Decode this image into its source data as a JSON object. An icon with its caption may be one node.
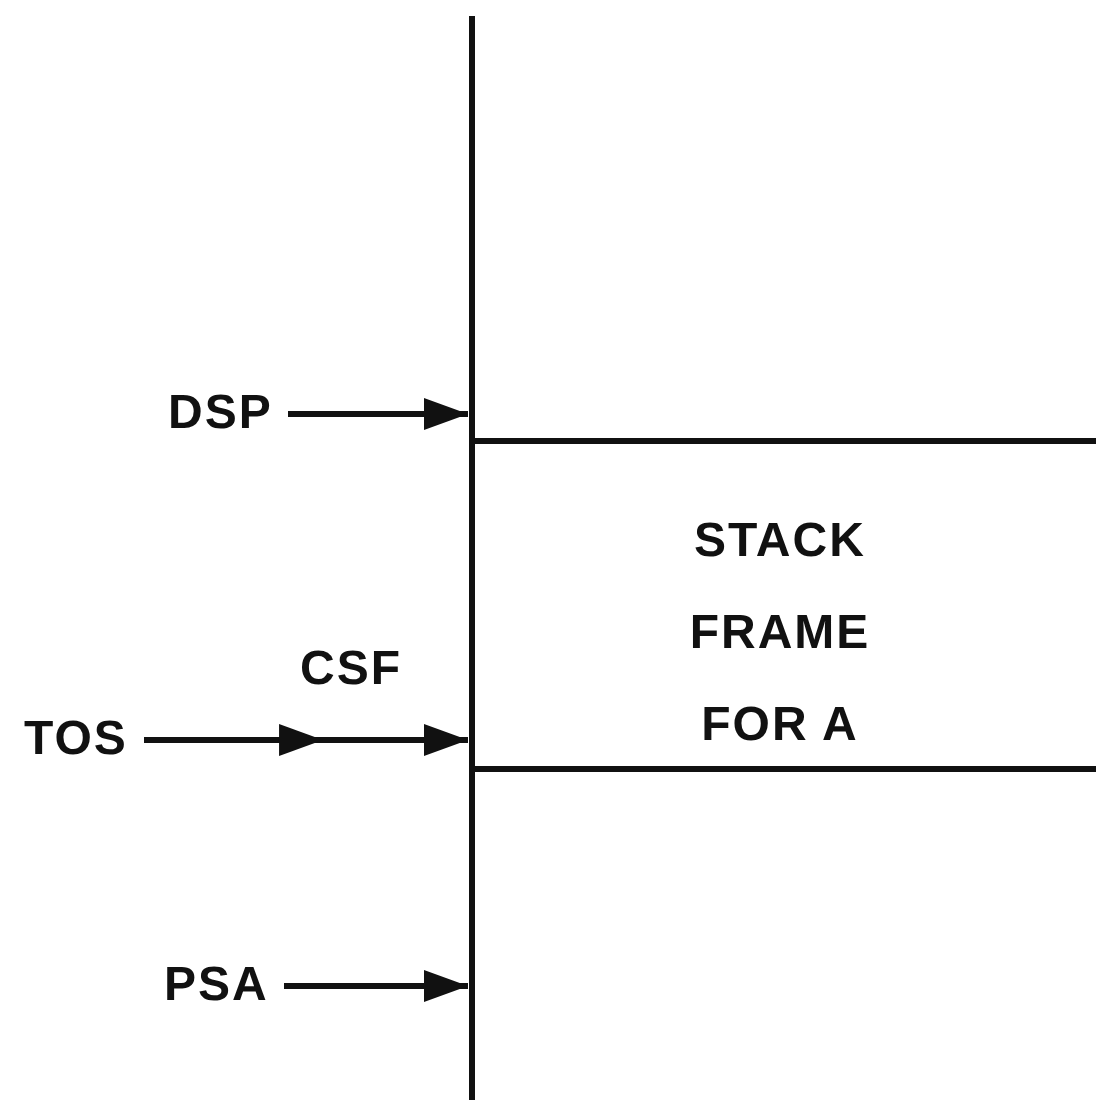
{
  "diagram": {
    "nodes": [
      {
        "text": [
          "DSP"
        ]
      },
      {
        "text": [
          "STACK FRAME FOR A"
        ]
      },
      {
        "text": [
          "TOS"
        ]
      },
      {
        "text": [
          "PSA"
        ]
      }
    ],
    "edges": [
      {
        "from": 0,
        "to": 1,
        "arrow": "to"
      },
      {
        "from": 2,
        "to": 1,
        "arrow": "to",
        "label": "CSF"
      },
      {
        "from": 3,
        "to": null,
        "arrow": "to"
      }
    ]
  }
}
